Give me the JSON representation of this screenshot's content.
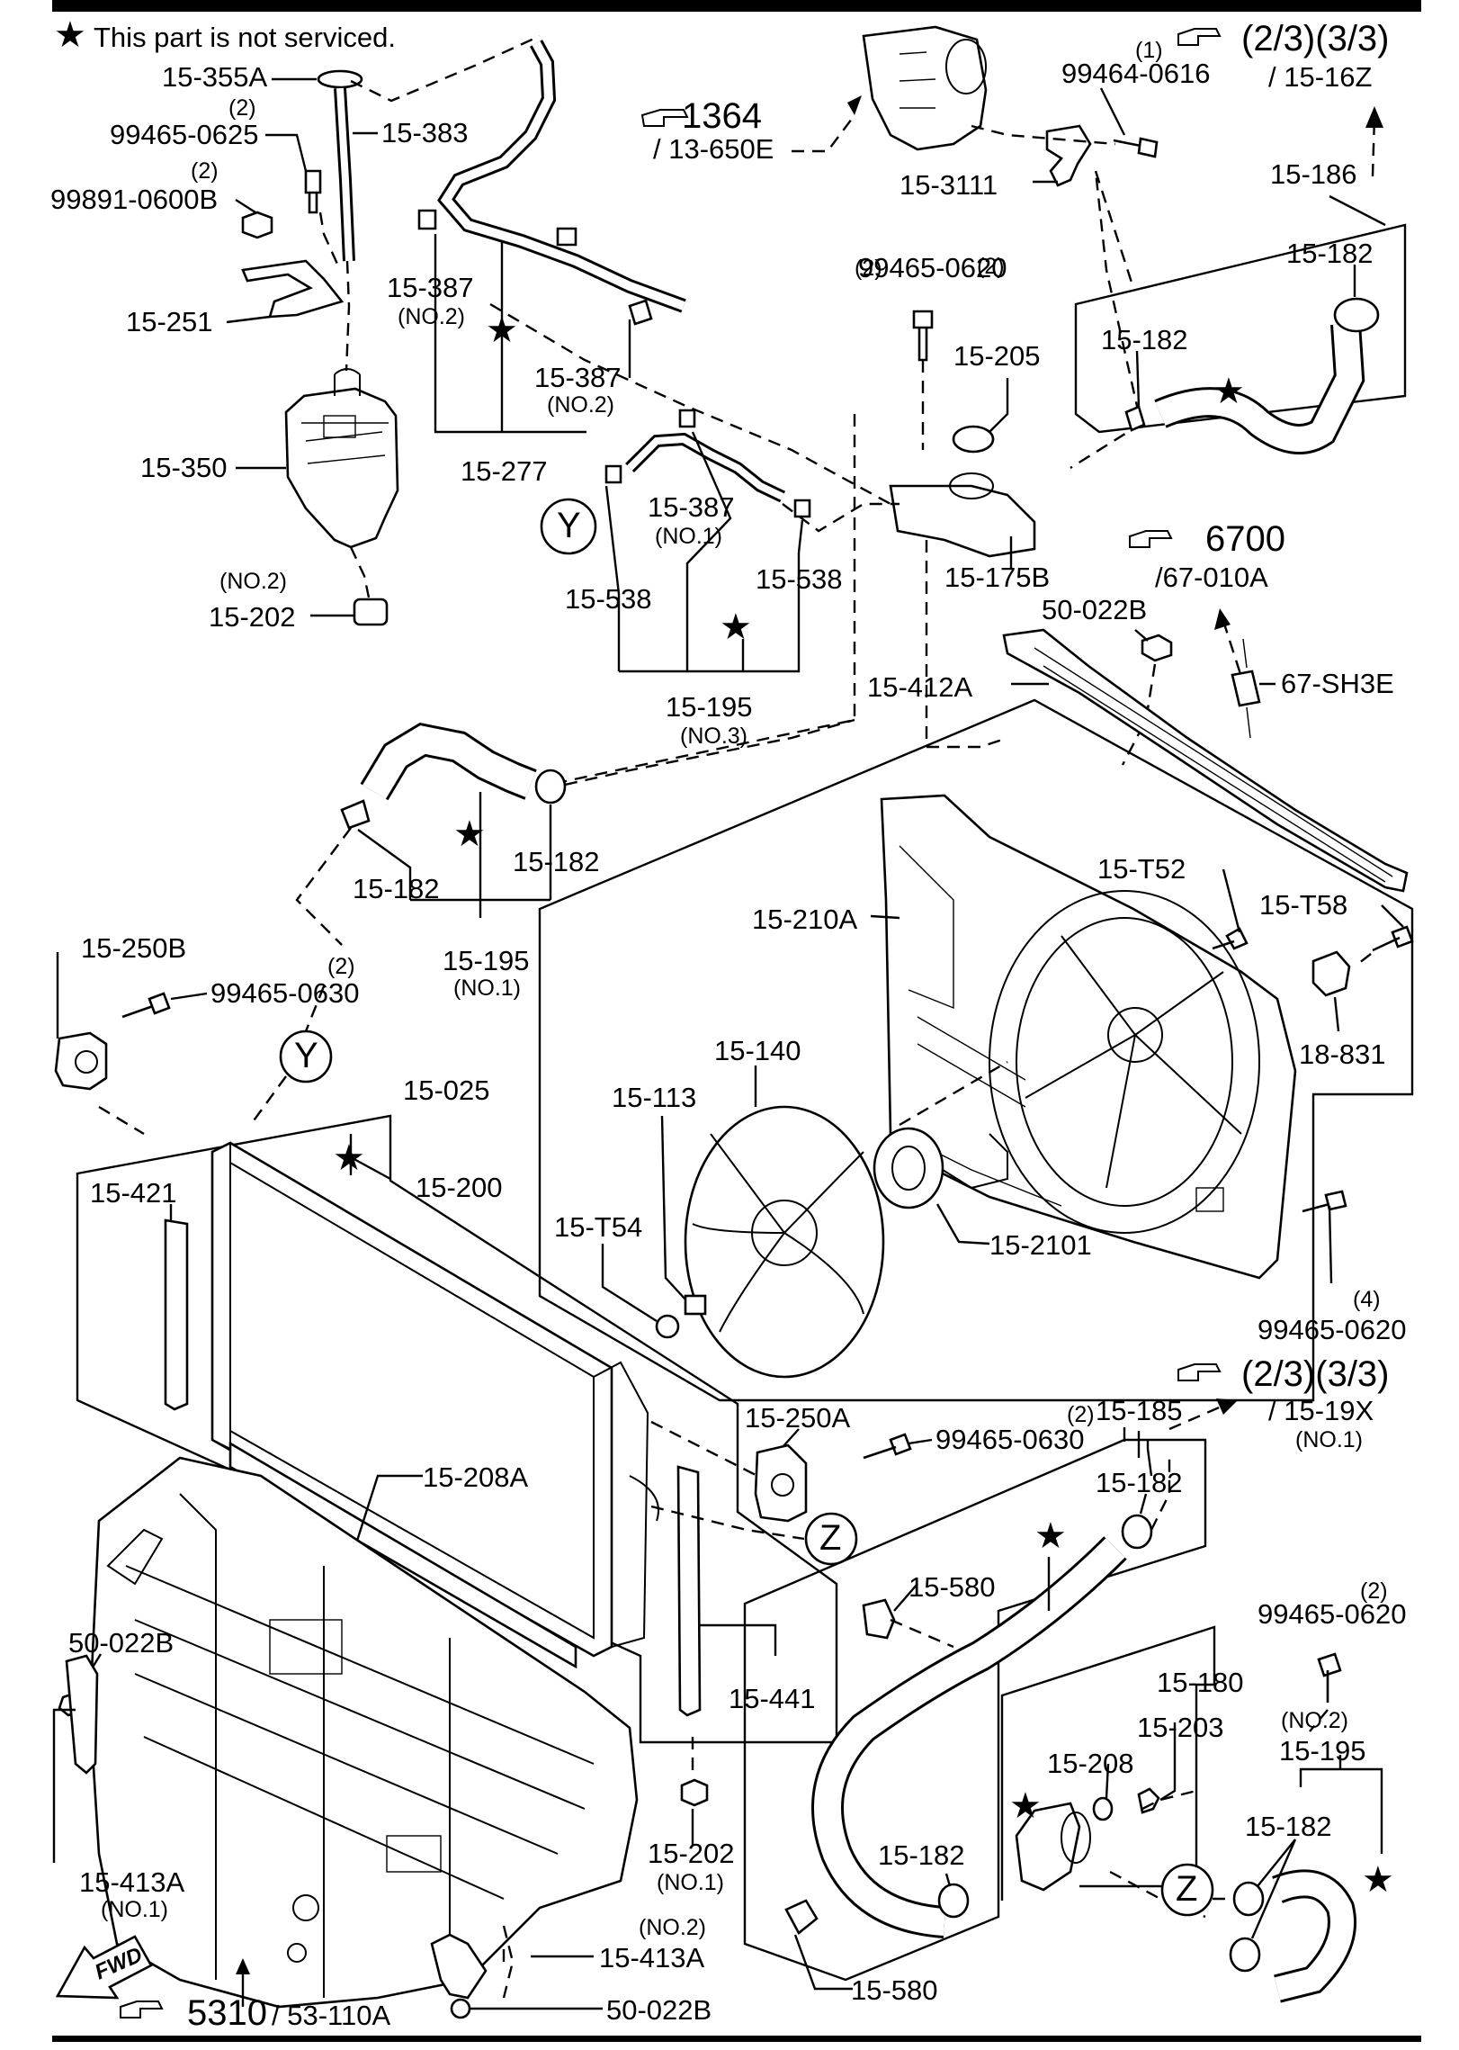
{
  "header": {
    "note": "This part is not serviced."
  },
  "labels": {
    "p15_355A": "15-355A",
    "p15_383": "15-383",
    "p99465_0625": "99465-0625",
    "p99891_0600B": "99891-0600B",
    "p15_251": "15-251",
    "p15_350": "15-350",
    "p15_202_top": "15-202",
    "p15_387_a": "15-387",
    "p15_387_b": "15-387",
    "p15_387_c": "15-387",
    "p15_277": "15-277",
    "p15_538_a": "15-538",
    "p15_538_b": "15-538",
    "p15_195_no3": "15-195",
    "p1364_ref": "1364",
    "p13_650E": "/ 13-650E",
    "p99464_0616": "99464-0616",
    "p15_3111": "15-3111",
    "ref_2_3_3_3_top": "(2/3)(3/3)",
    "p15_16Z": "/ 15-16Z",
    "p15_186": "15-186",
    "p15_182_a": "15-182",
    "p15_182_b": "15-182",
    "p99465_0620_a": "99465-0620",
    "p15_205": "15-205",
    "p15_175B": "15-175B",
    "p6700_ref": "6700",
    "p67_010A": "/67-010A",
    "p50_022B_a": "50-022B",
    "p67_SH3E": "67-SH3E",
    "p15_412A": "15-412A",
    "p15_182_c": "15-182",
    "p15_182_d": "15-182",
    "p15_195_no1": "15-195",
    "p15_T52": "15-T52",
    "p15_T58": "15-T58",
    "p15_210A": "15-210A",
    "p18_831": "18-831",
    "p15_250B": "15-250B",
    "p99465_0630_a": "99465-0630",
    "p15_025": "15-025",
    "p15_140": "15-140",
    "p15_113": "15-113",
    "p15_T54": "15-T54",
    "p15_2101": "15-2101",
    "p99465_0620_b": "99465-0620",
    "p15_200": "15-200",
    "p15_421": "15-421",
    "ref_2_3_3_3_bot": "(2/3)(3/3)",
    "p15_19X": "/ 15-19X",
    "p15_250A": "15-250A",
    "p99465_0630_b": "99465-0630",
    "p15_185": "15-185",
    "p15_182_e": "15-182",
    "p15_208A": "15-208A",
    "p15_580_a": "15-580",
    "p50_022B_b": "50-022B",
    "p15_441": "15-441",
    "p99465_0620_c": "99465-0620",
    "p15_180": "15-180",
    "p15_203": "15-203",
    "p15_208": "15-208",
    "p15_195_no2": "15-195",
    "p15_182_f": "15-182",
    "p15_182_g": "15-182",
    "p15_413A_a": "15-413A",
    "p15_202_bot": "15-202",
    "p15_413A_b": "15-413A",
    "p15_580_b": "15-580",
    "p50_022B_c": "50-022B",
    "p5310_ref": "5310",
    "p53_110A": "/ 53-110A"
  },
  "qualifiers": {
    "q2": "(2)",
    "q1": "(1)",
    "q4": "(4)",
    "no1": "(NO.1)",
    "no2": "(NO.2)",
    "no3": "(NO.3)"
  },
  "callouts": {
    "y": "Y",
    "z": "Z"
  },
  "fwd": "FWD",
  "icons": {
    "star": "star-icon",
    "pointing_hand": "pointing-hand-icon",
    "fwd_arrow": "fwd-arrow-icon"
  }
}
